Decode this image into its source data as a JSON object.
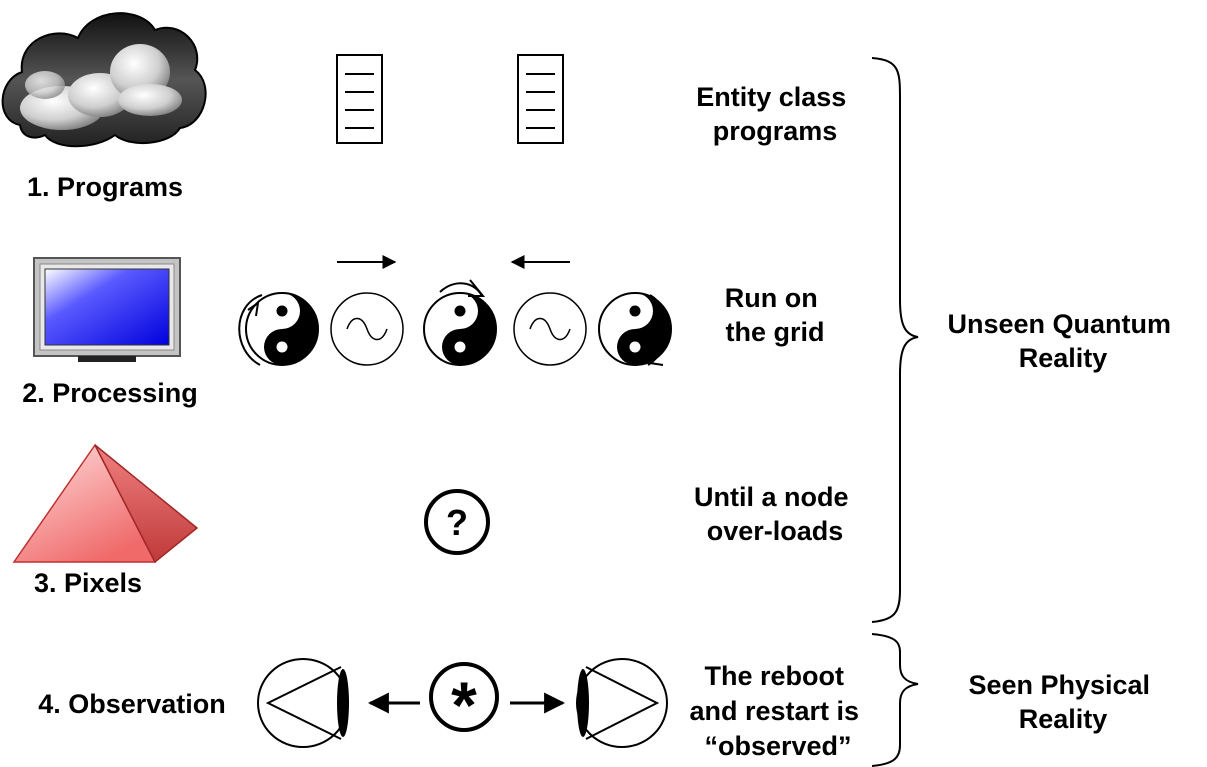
{
  "stages": [
    {
      "label": "1. Programs",
      "icon": "cloud-icon",
      "description": [
        "Entity class",
        "programs"
      ]
    },
    {
      "label": "2. Processing",
      "icon": "monitor-icon",
      "description": [
        "Run on",
        "the grid"
      ]
    },
    {
      "label": "3. Pixels",
      "icon": "pyramid-icon",
      "description": [
        "Until a node",
        "over-loads"
      ]
    },
    {
      "label": "4. Observation",
      "icon": "eye-icon",
      "description": [
        "The reboot",
        "and restart is",
        "“observed”"
      ]
    }
  ],
  "symbols": {
    "question": "?",
    "star": "*"
  },
  "groups": [
    {
      "lines": [
        "Unseen Quantum",
        "Reality"
      ]
    },
    {
      "lines": [
        "Seen Physical",
        "Reality"
      ]
    }
  ],
  "colors": {
    "cloud_dark": "#3a3a3a",
    "screen_blue": "#1010ee",
    "frame_gray": "#b8b8b8",
    "pyramid_red": "#ee5a5a"
  }
}
